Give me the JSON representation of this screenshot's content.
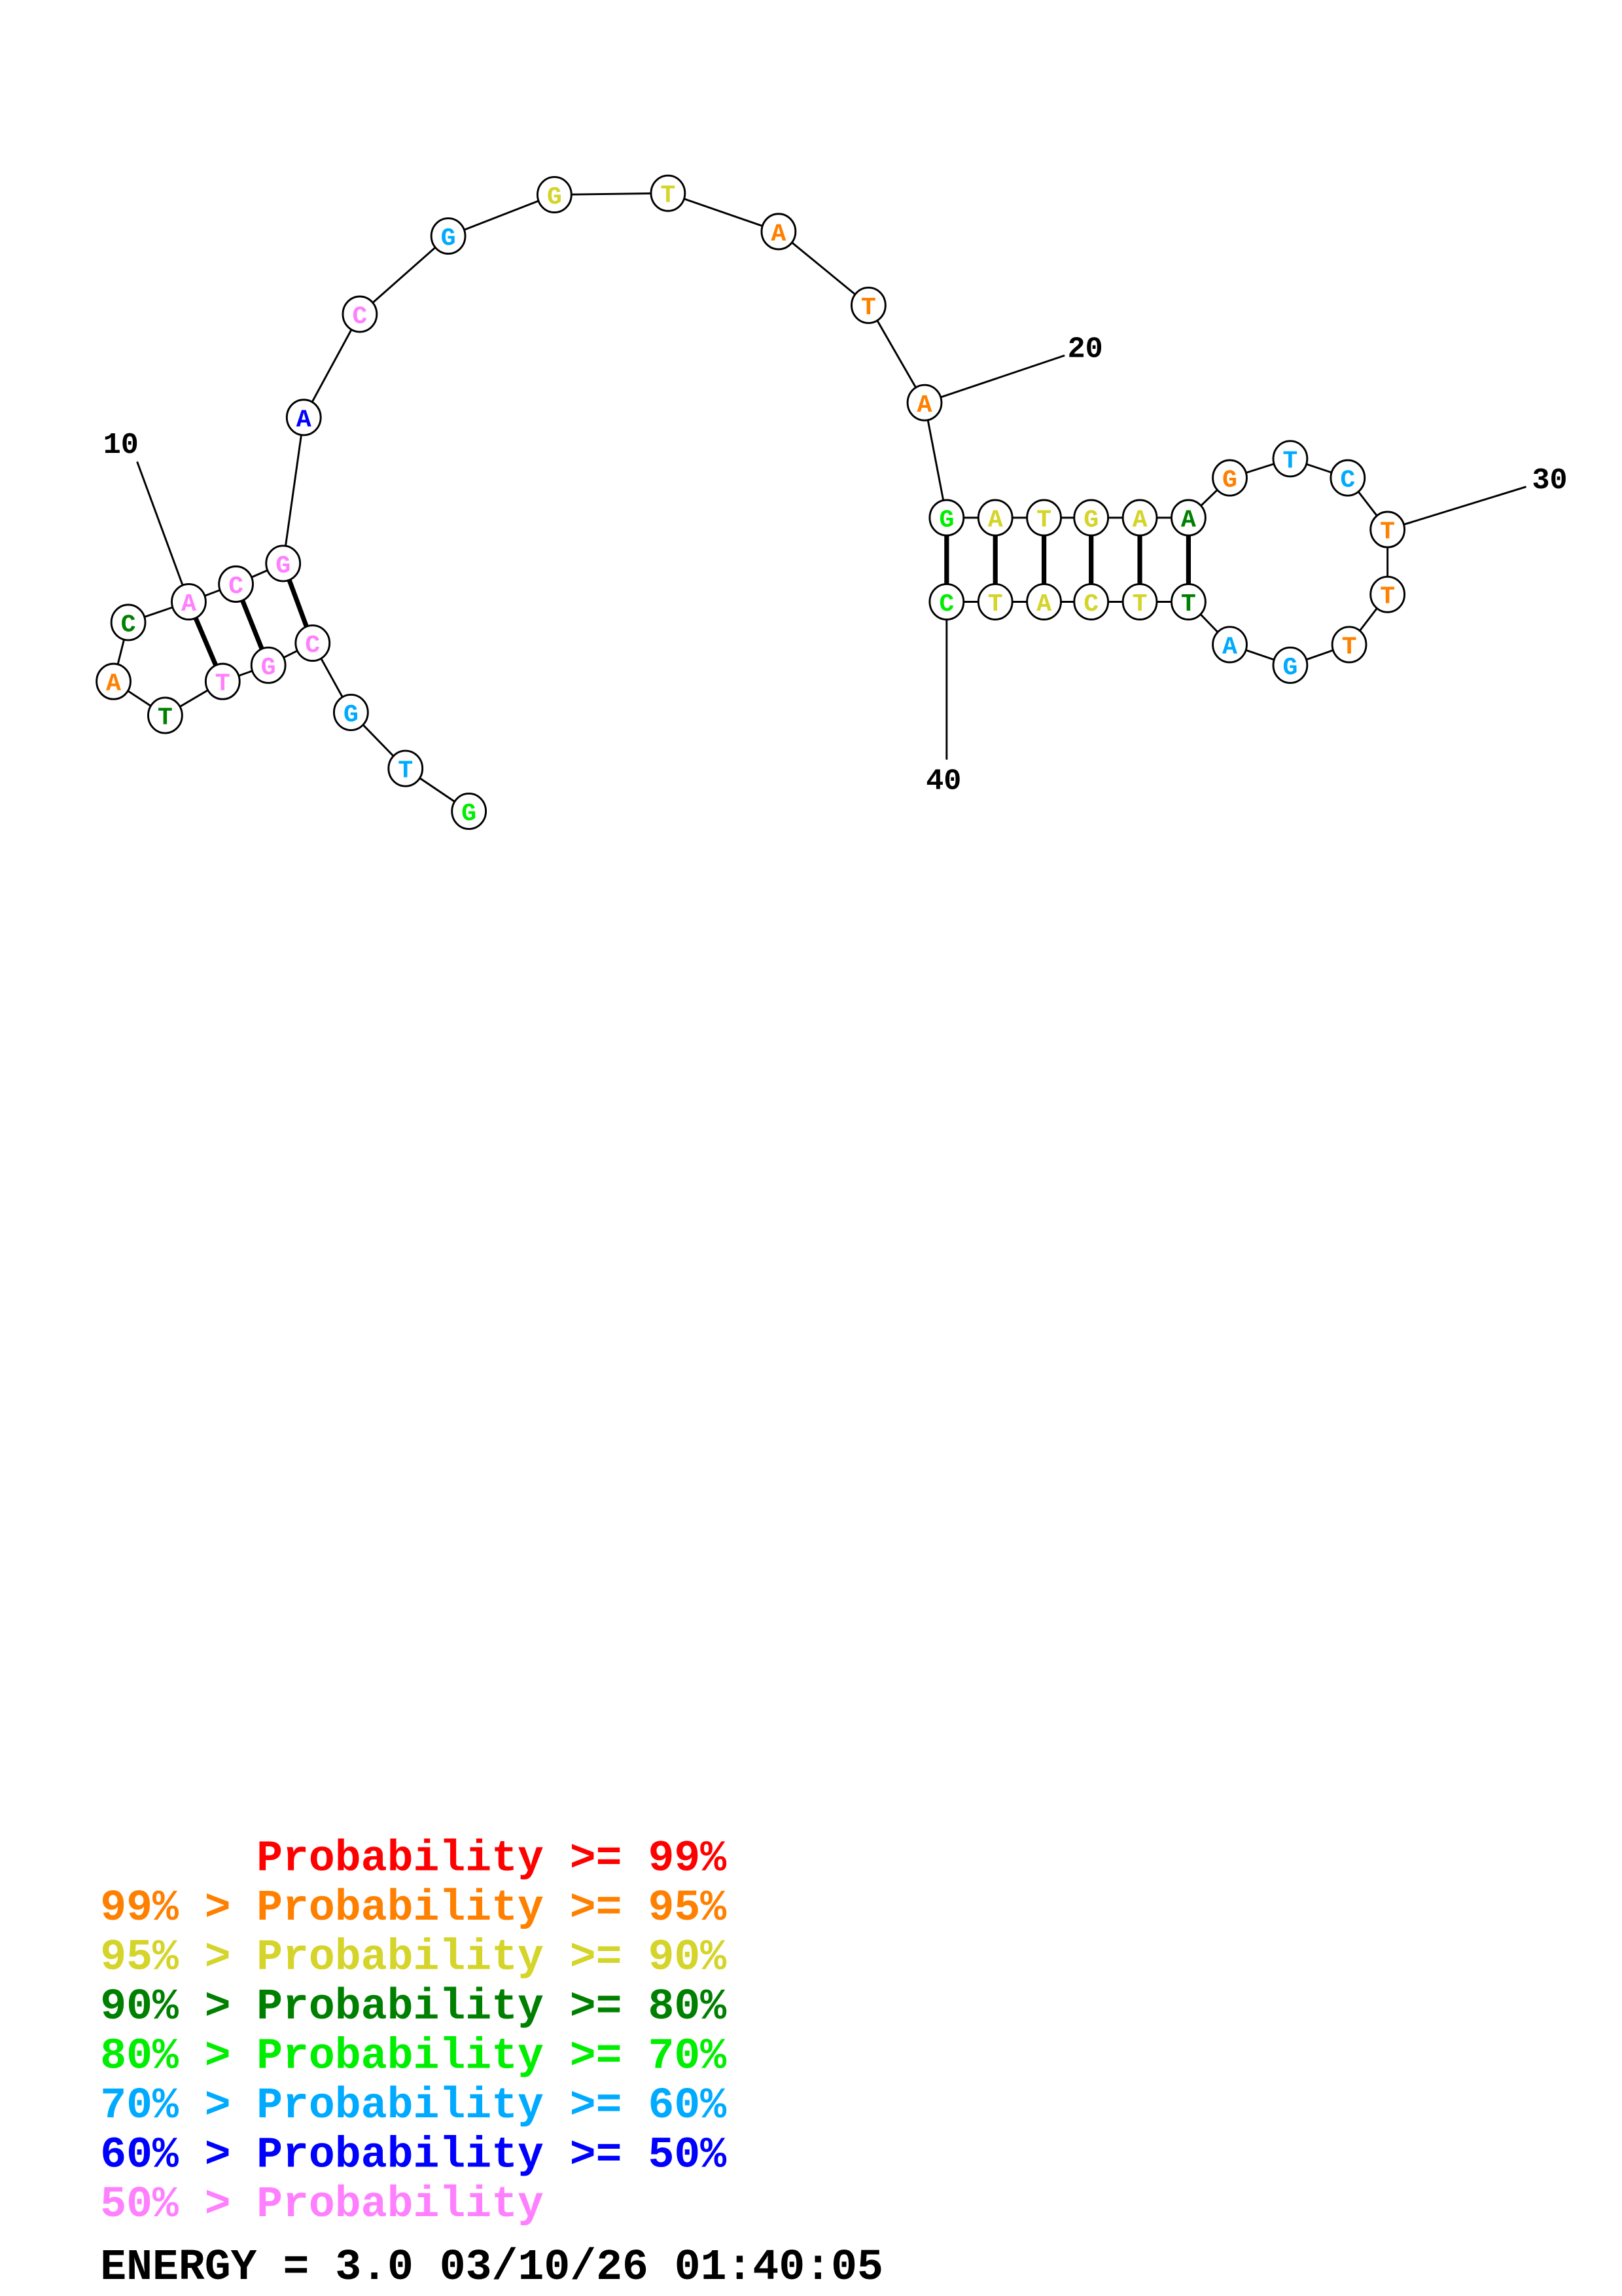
{
  "colors": {
    "red": "#ff0000",
    "orange": "#ff8000",
    "yellow": "#d4d42a",
    "darkgreen": "#008000",
    "green": "#00ee00",
    "sky": "#00aaff",
    "blue": "#0000ff",
    "pink": "#ff80ff"
  },
  "structure": {
    "bases": [
      "G",
      "T",
      "G",
      "C",
      "G",
      "T",
      "T",
      "A",
      "C",
      "A",
      "C",
      "G",
      "A",
      "C",
      "G",
      "G",
      "T",
      "A",
      "T",
      "A",
      "G",
      "A",
      "T",
      "G",
      "A",
      "A",
      "G",
      "T",
      "C",
      "T",
      "T",
      "T",
      "G",
      "A",
      "T",
      "T",
      "C",
      "A",
      "T",
      "C"
    ],
    "base_colors": [
      "green",
      "sky",
      "sky",
      "pink",
      "pink",
      "pink",
      "darkgreen",
      "orange",
      "darkgreen",
      "pink",
      "pink",
      "pink",
      "blue",
      "pink",
      "sky",
      "yellow",
      "yellow",
      "orange",
      "orange",
      "orange",
      "green",
      "yellow",
      "yellow",
      "yellow",
      "yellow",
      "darkgreen",
      "orange",
      "sky",
      "sky",
      "orange",
      "orange",
      "orange",
      "sky",
      "sky",
      "darkgreen",
      "yellow",
      "yellow",
      "yellow",
      "yellow",
      "green"
    ],
    "pairs": [
      [
        4,
        12
      ],
      [
        5,
        11
      ],
      [
        6,
        10
      ],
      [
        21,
        40
      ],
      [
        22,
        39
      ],
      [
        23,
        38
      ],
      [
        24,
        37
      ],
      [
        25,
        36
      ],
      [
        26,
        35
      ]
    ],
    "index_labels": [
      {
        "position": 10,
        "text": "10"
      },
      {
        "position": 20,
        "text": "20"
      },
      {
        "position": 30,
        "text": "30"
      },
      {
        "position": 40,
        "text": "40"
      }
    ]
  },
  "legend": [
    {
      "prefix": "",
      "text": "Probability >= 99%",
      "color": "red"
    },
    {
      "prefix": "99% > ",
      "text": "Probability >= 95%",
      "color": "orange"
    },
    {
      "prefix": "95% > ",
      "text": "Probability >= 90%",
      "color": "yellow"
    },
    {
      "prefix": "90% > ",
      "text": "Probability >= 80%",
      "color": "darkgreen"
    },
    {
      "prefix": "80% > ",
      "text": "Probability >= 70%",
      "color": "green"
    },
    {
      "prefix": "70% > ",
      "text": "Probability >= 60%",
      "color": "sky"
    },
    {
      "prefix": "60% > ",
      "text": "Probability >= 50%",
      "color": "blue"
    },
    {
      "prefix": "50% > ",
      "text": "Probability",
      "color": "pink"
    }
  ],
  "footer": {
    "energy": "ENERGY = 3.0  03/10/26 01:40:05"
  }
}
